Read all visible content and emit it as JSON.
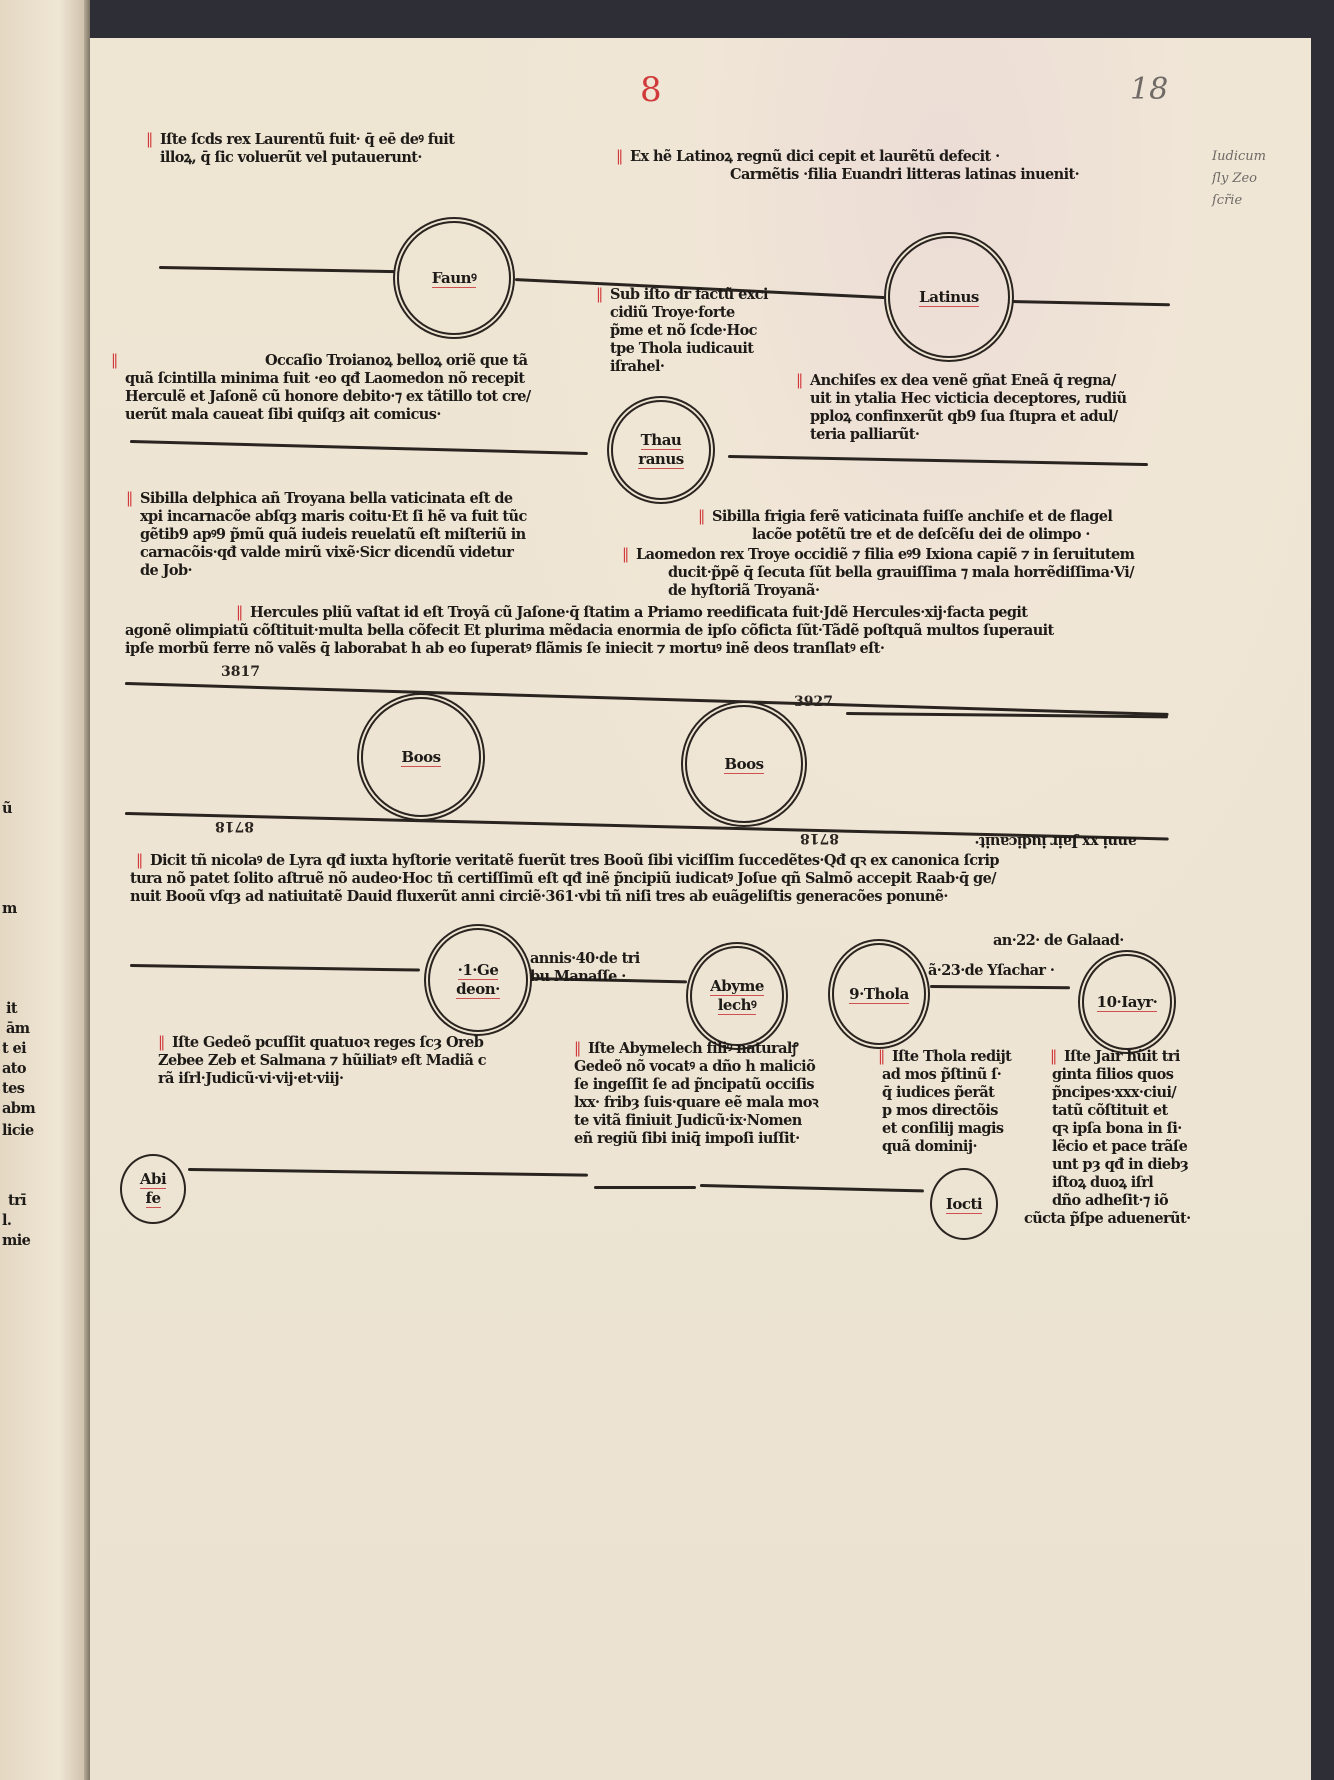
{
  "folio": {
    "rubric_number": "8",
    "handwritten_folio": "18",
    "margin_note": [
      "Iudicum",
      "ſly Zeo",
      "ſcr̃ie"
    ]
  },
  "left_page_fragments": [
    "ũ",
    "m",
    "it",
    "ām",
    "t ei",
    "ato",
    "tes",
    "abm",
    "licie",
    "trī",
    "l.",
    "mie"
  ],
  "blocks": {
    "iste_secundus": [
      "Iſte ſcds rex Laurentũ fuit· q̄ eē deꝰ fuit",
      "illoꝝ, q̄ ſic voluerũt vel putauerunt·"
    ],
    "ex_hic_latinorum": [
      "Ex hẽ Latinoꝝ regnũ dici cepit et laurẽtũ defecit ·",
      "Carmẽtis ·filia Euandri litteras latinas inuenit·"
    ],
    "sub_isto": [
      "Sub iſto dr factũ exci",
      "cidiũ Troye·forte",
      "p̃me et nõ ſcde·Hoc",
      "tpe Thola iudicauit",
      "iſrahel·"
    ],
    "occasio": [
      "Occaſio Troianoꝝ belloꝝ oriẽ que tã",
      "quã ſcintilla minima fuit ·eo qđ Laomedon nõ recepit",
      "Herculẽ et Jaſonẽ cũ honore debito·⁊ ex tãtillo tot cre/",
      "uerũt mala caueat ſibi quiſqȝ ait comicus·"
    ],
    "anchises": [
      "Anchiſes ex dea venẽ gñat Eneã q̄ regna/",
      "uit in ytalia Hec victicia deceptores, rudiũ",
      "pploꝝ confinxerũt qb9 ſua ſtupra et adul/",
      "teria palliarũt·"
    ],
    "sibilla_delphica": [
      "Sibilla delphica añ Troyana bella vaticinata eſt de",
      "xpi incarnacõe abſqȝ maris coitu·Et ſi hẽ va fuit tũc",
      "gẽtib9 apꝰ9 p̃mũ quã iudeis reuelatũ eſt miſteriũ in",
      "carnacõis·qđ valde mirũ vixẽ·Sicr dicendũ videtur",
      "de Job·"
    ],
    "sibilla_frigia": [
      "Sibilla frigia ferẽ vaticinata fuiſſe anchiſe et de flagel",
      "lacõe potẽtũ tre et de deſcẽſu dei de olimpo ·"
    ],
    "laomedon": [
      "Laomedon rex Troye occidiẽ ⁊ filia eꝰ9 Ixiona capiẽ ⁊ in ſeruitutem",
      "ducit·p̃pẽ q̄ ſecuta ſũt bella grauiſſima ⁊ mala horrẽdiſſima·Vi/",
      "de hyſtoriã Troyanã·"
    ],
    "hercules": [
      "Hercules pliũ vaſtat id eſt Troyã cũ Jaſone·q̄ ſtatim a Priamo reedificata fuit·Jdẽ Hercules·xij·facta pegit",
      "agonẽ olimpiatũ cõſtituit·multa bella cõfecit Et plurima mẽdacia enormia de ipſo cõficta ſũt·Tãdẽ poſtquã multos ſuperauit",
      "ipſe morbũ ferre nõ valẽs q̄ laborabat h ab eo ſuperatꝰ flãmis ſe iniecit ⁊ mortuꝰ inẽ deos tranſlatꝰ eſt·"
    ],
    "dicit": [
      "Dicit tñ nicolaꝰ de Lyra qđ iuxta hyſtorie veritatẽ fuerũt tres Booũ ſibi viciſſim ſuccedẽtes·Qđ qꝛ ex canonica ſcrip",
      "tura nõ patet ſolito aſtruẽ nõ audeo·Hoc tñ certiſſimũ eſt qđ inẽ p̃ncipiũ iudicatꝰ Joſue qñ Salmõ accepit Raab·q̄ ge/",
      "nuit Booũ vſqȝ ad natiuitatẽ Dauid fluxerũt anni circiẽ·361·vbi tñ niſi tres ab euãgeliſtis generacões ponunẽ·"
    ],
    "dicit_inverted": "anni xx Jair iudicauit·",
    "galaad": "an·22· de Galaad·",
    "annis40": [
      "annis·40·de tri",
      "bu Manaſſe ·"
    ],
    "ysachar": "ã·23·de Yſachar ·",
    "iste_gedeon": [
      "Iſte Gedeõ pcuſſit quatuoꝛ reges ſcȝ Oreb",
      "Zebee Zeb et Salmana ⁊ hũiliatꝰ eſt Madiã c",
      "rã iſrl·Judicũ·vi·vij·et·viij·"
    ],
    "iste_abymelech": [
      "Iſte Abymelech filiꝰ naturalꝭ",
      "Gedeõ nõ vocatꝰ a dño h maliciõ",
      "ſe ingeſſit ſe ad p̃ncipatũ occiſis",
      "lxx· fribȝ ſuis·quare eẽ mala moꝛ",
      "te vitã finiuit Judicũ·ix·Nomen",
      "eñ regiũ ſibi iniq̄ impoſi iuſſit·"
    ],
    "iste_thola": [
      "Iſte Thola redijt",
      "ad mos p̃ſtinũ ſ·",
      "q̄ iudices p̃erãt",
      "p mos directõis",
      "et conſilij magis",
      "quã dominij·"
    ],
    "iste_iair": [
      "Iſte Jair hũit tri",
      "ginta filios quos",
      "p̃ncipes·xxx·ciui/",
      "tatũ cõſtituit et",
      "qꝛ ipſa bona in ſi·",
      "lẽcio et pace trãſe",
      "unt pȝ qđ in diebȝ",
      "iſtoꝝ duoꝝ iſrl",
      "dño adheſit·⁊ iõ",
      "cũcta p̃ſpe aduenerũt·"
    ]
  },
  "dates": [
    "3817",
    "3927",
    "8718",
    "8718"
  ],
  "circles": {
    "faunus": [
      "Faunꝰ"
    ],
    "latinus": [
      "Latinus"
    ],
    "thauranus": [
      "Thau",
      "ranus"
    ],
    "boos1": [
      "Boos"
    ],
    "boos2": [
      "Boos"
    ],
    "gedeon": [
      "·1·Ge",
      "deon·"
    ],
    "abymelech": [
      "Abyme",
      "lechꝰ"
    ],
    "thola": [
      "9·Thola"
    ],
    "iayr": [
      "10·Iayr·"
    ],
    "abife": [
      "Abi",
      "fe"
    ],
    "iocti": [
      "Iocti"
    ]
  },
  "colors": {
    "paper": "#efe5d3",
    "ink": "#1d1a17",
    "rubric": "#d03a3a"
  }
}
